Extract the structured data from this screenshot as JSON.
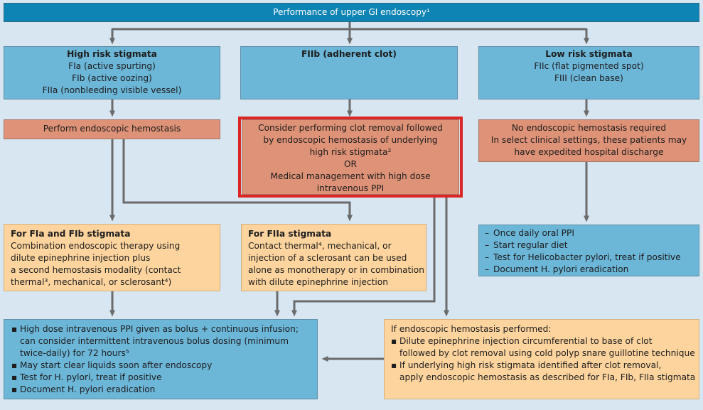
{
  "top": {
    "label": "Performance of upper GI endoscopy¹"
  },
  "high_risk": {
    "title": "High risk stigmata",
    "lines": [
      "FIa (active spurting)",
      "FIb (active oozing)",
      "FIIa (nonbleeding visible vessel)"
    ]
  },
  "adherent": {
    "title": "FIIb (adherent clot)"
  },
  "low_risk": {
    "title": "Low risk stigmata",
    "lines": [
      "FIIc (flat pigmented spot)",
      "FIII (clean base)"
    ]
  },
  "hemostasis": {
    "label": "Perform endoscopic hemostasis"
  },
  "clot": {
    "lines": [
      "Consider performing clot removal followed",
      "by endoscopic hemostasis of underlying",
      "high risk stigmata²",
      "OR",
      "Medical management with high dose",
      "intravenous PPI"
    ]
  },
  "no_hemostasis": {
    "lines": [
      "No endoscopic hemostasis required",
      "In select clinical settings, these patients may",
      "have expedited hospital discharge"
    ]
  },
  "fia_fib": {
    "title": "For FIa and FIb stigmata",
    "lines": [
      "Combination endoscopic therapy using",
      "dilute epinephrine injection plus",
      "a second hemostasis modality (contact",
      "thermal³, mechanical, or sclerosant⁴)"
    ]
  },
  "fiia": {
    "title": "For FIIa stigmata",
    "lines": [
      "Contact thermal⁴, mechanical, or",
      "injection of a sclerosant can be used",
      "alone as monotherapy or in combination",
      "with dilute epinephrine injection"
    ]
  },
  "low_mgmt": {
    "items": [
      "Once daily oral PPI",
      "Start regular diet",
      "Test for Helicobacter pylori, treat if positive",
      "Document H. pylori eradication"
    ]
  },
  "ppi_mgmt": {
    "items": [
      [
        "High dose intravenous PPI given as bolus + continuous infusion;",
        "can consider intermittent intravenous bolus dosing (minimum",
        "twice-daily) for 72 hours⁵"
      ],
      [
        "May start clear liquids soon after endoscopy"
      ],
      [
        "Test for H. pylori, treat if positive"
      ],
      [
        "Document H. pylori eradication"
      ]
    ]
  },
  "if_performed": {
    "title": "If endoscopic hemostasis performed:",
    "items": [
      [
        "Dilute epinephrine injection circumferential to base of clot",
        "followed by clot removal using cold polyp snare guillotine technique"
      ],
      [
        "If underlying high risk stigmata identified after clot removal,",
        "apply endoscopic hemostasis as described for FIa, FIb, FIIa stigmata"
      ]
    ]
  },
  "colors": {
    "blue": "#6cb6d8",
    "top_blue": "#0e84b5",
    "orange": "#de9277",
    "peach": "#fdd49e",
    "highlight": "#dc2626",
    "arrow": "#6b6b6b"
  }
}
